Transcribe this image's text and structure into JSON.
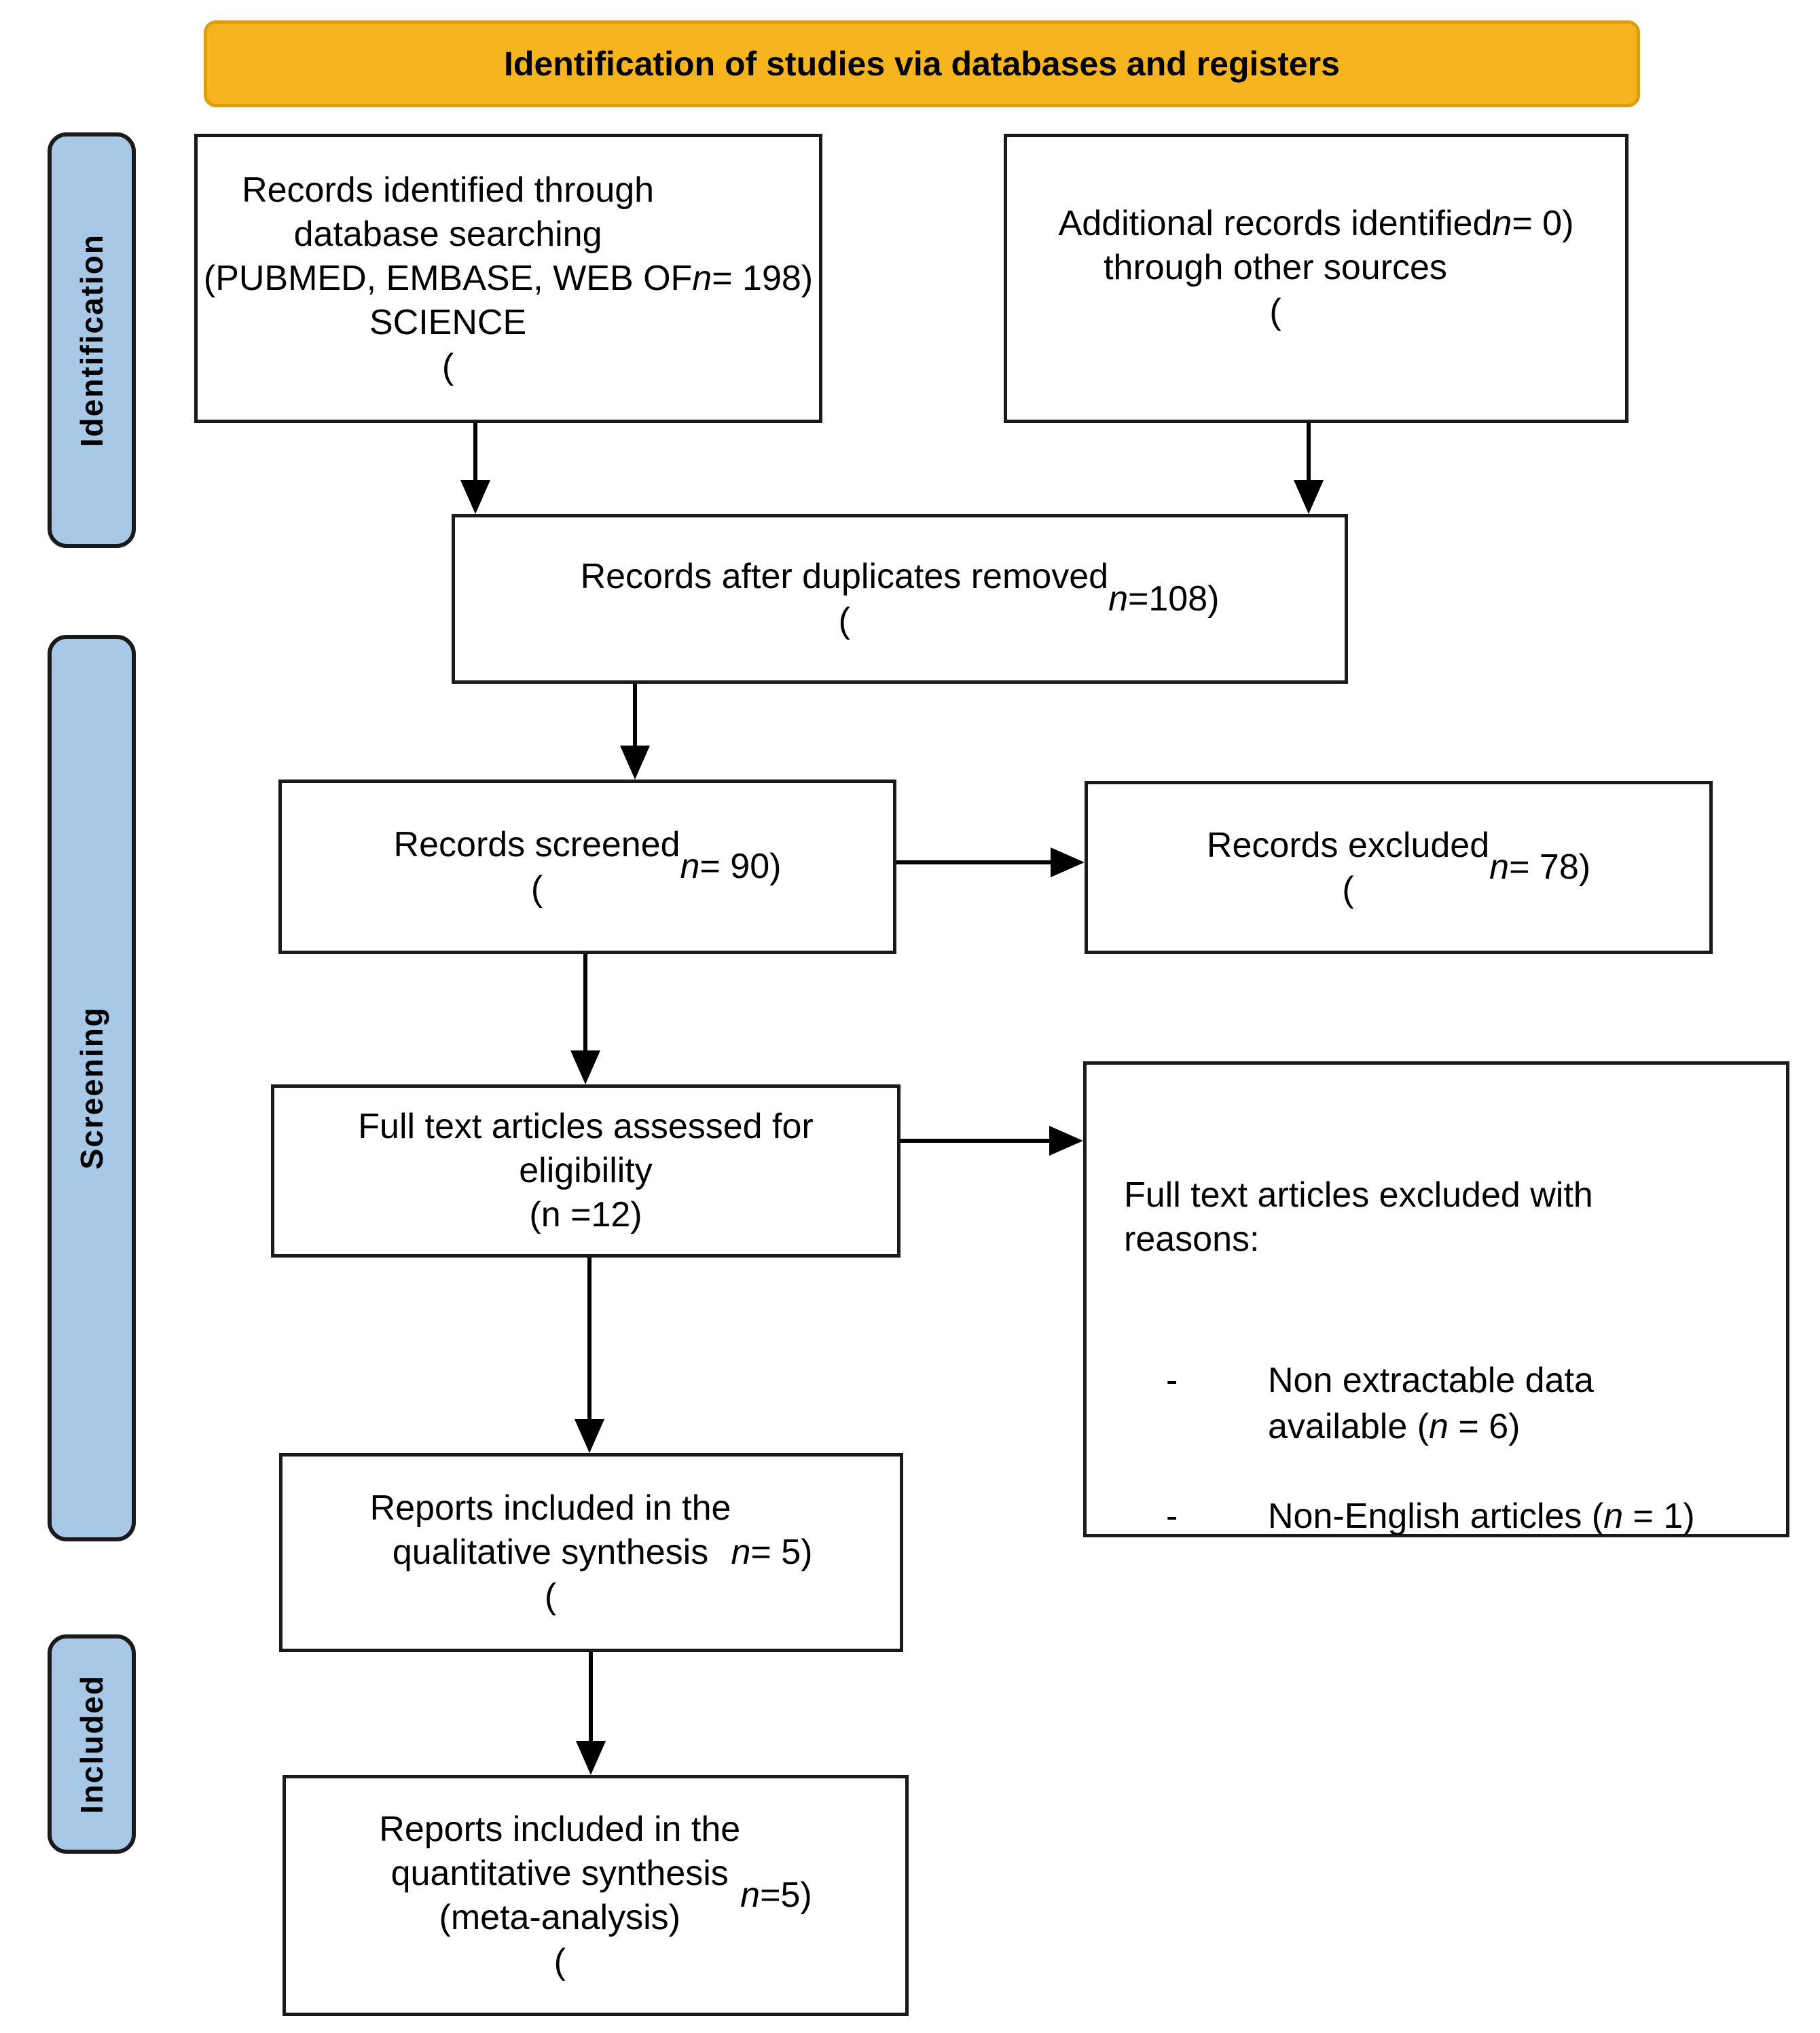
{
  "banner": {
    "label": "Identification of studies via databases and registers"
  },
  "stages": [
    {
      "id": "identification",
      "label": "Identification"
    },
    {
      "id": "screening",
      "label": "Screening"
    },
    {
      "id": "included",
      "label": "Included"
    }
  ],
  "nodes": {
    "records_identified": {
      "text": "Records identified through\ndatabase searching\n(PUBMED, EMBASE, WEB OF\nSCIENCE\n(n = 198)"
    },
    "additional_records": {
      "text": "Additional records identified\nthrough other sources\n(n = 0)"
    },
    "duplicates_removed": {
      "text": "Records after duplicates removed\n(n =108)"
    },
    "records_screened": {
      "text": "Records screened\n(n = 90)"
    },
    "records_excluded": {
      "text": "Records excluded\n(n = 78)"
    },
    "fulltext_assessed": {
      "text": "Full text articles assessed for\neligibility\n(n =12)"
    },
    "fulltext_excluded": {
      "heading": "Full text articles excluded with\nreasons:",
      "bullet_char": "-",
      "reasons": [
        "Non extractable data\navailable (n = 6)",
        "Non-English articles (n = 1)"
      ]
    },
    "qualitative_synthesis": {
      "text": "Reports included in the\nqualitative synthesis\n(n = 5)"
    },
    "quantitative_synthesis": {
      "text": "Reports included in the\nquantitative synthesis\n(meta-analysis)\n(n =5)"
    }
  },
  "colors": {
    "banner_bg": "#F6B41E",
    "banner_border": "#DD9C12",
    "stage_bg": "#A8C8E8",
    "stage_border": "#1A1A1A",
    "box_border": "#1A1A1A"
  }
}
